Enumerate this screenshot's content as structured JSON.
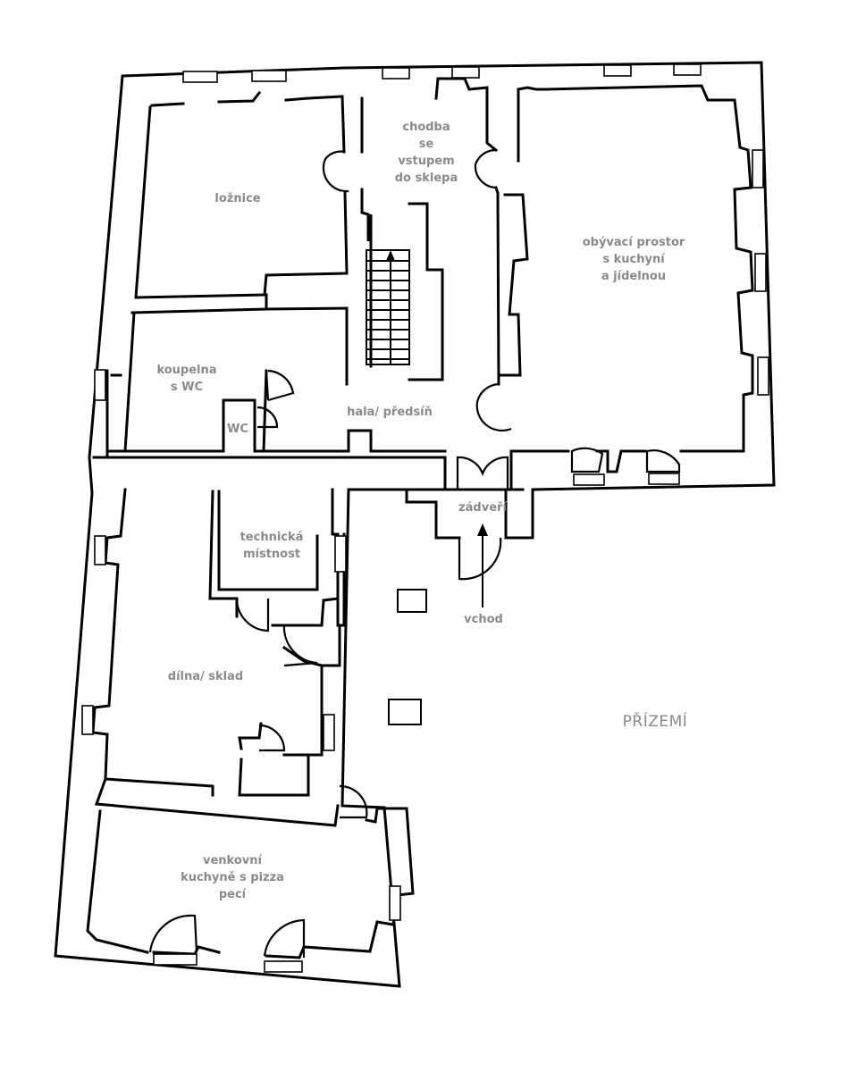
{
  "floor_name": "PŘÍZEMÍ",
  "rooms": [
    {
      "id": "loznice",
      "lines": [
        "ložnice"
      ]
    },
    {
      "id": "chodba",
      "lines": [
        "chodba",
        "se",
        "vstupem",
        "do sklepa"
      ]
    },
    {
      "id": "obyvaci",
      "lines": [
        "obývací prostor",
        "s kuchyní",
        "a jídelnou"
      ]
    },
    {
      "id": "koupelna",
      "lines": [
        "koupelna",
        "s WC"
      ]
    },
    {
      "id": "wc",
      "lines": [
        "WC"
      ]
    },
    {
      "id": "hala",
      "lines": [
        "hala/ předsíň"
      ]
    },
    {
      "id": "zadveri",
      "lines": [
        "zádveří"
      ]
    },
    {
      "id": "technicka",
      "lines": [
        "technická",
        "místnost"
      ]
    },
    {
      "id": "vchod",
      "lines": [
        "vchod"
      ]
    },
    {
      "id": "dilna",
      "lines": [
        "dílna/ sklad"
      ]
    },
    {
      "id": "venkovni",
      "lines": [
        "venkovní",
        "kuchyně s pizza",
        "pecí"
      ]
    }
  ]
}
